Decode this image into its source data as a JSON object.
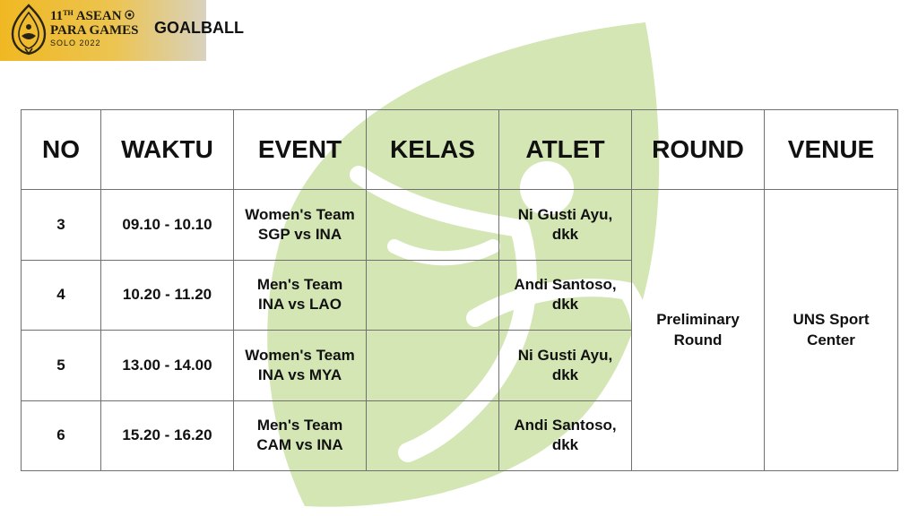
{
  "header": {
    "logo": {
      "line1_num": "11",
      "line1_sup": "TH",
      "line1_text": "ASEAN",
      "line2": "PARA GAMES",
      "line3": "SOLO 2022"
    },
    "sport": "GOALBALL"
  },
  "table": {
    "columns": [
      "NO",
      "WAKTU",
      "EVENT",
      "KELAS",
      "ATLET",
      "ROUND",
      "VENUE"
    ],
    "rows": [
      {
        "no": "3",
        "waktu": "09.10 - 10.10",
        "event": "Women's Team\nSGP vs INA",
        "kelas": "",
        "atlet": "Ni Gusti Ayu,\ndkk"
      },
      {
        "no": "4",
        "waktu": "10.20 - 11.20",
        "event": "Men's Team\nINA vs LAO",
        "kelas": "",
        "atlet": "Andi Santoso,\ndkk"
      },
      {
        "no": "5",
        "waktu": "13.00 - 14.00",
        "event": "Women's Team\nINA vs MYA",
        "kelas": "",
        "atlet": "Ni Gusti Ayu,\ndkk"
      },
      {
        "no": "6",
        "waktu": "15.20 - 16.20",
        "event": "Men's Team\nCAM vs INA",
        "kelas": "",
        "atlet": "Andi Santoso,\ndkk"
      }
    ],
    "round": "Preliminary\nRound",
    "venue": "UNS Sport\nCenter"
  },
  "colors": {
    "header_gold": "#f0b822",
    "watermark_green": "#d3e6b4",
    "grid": "#707070"
  }
}
